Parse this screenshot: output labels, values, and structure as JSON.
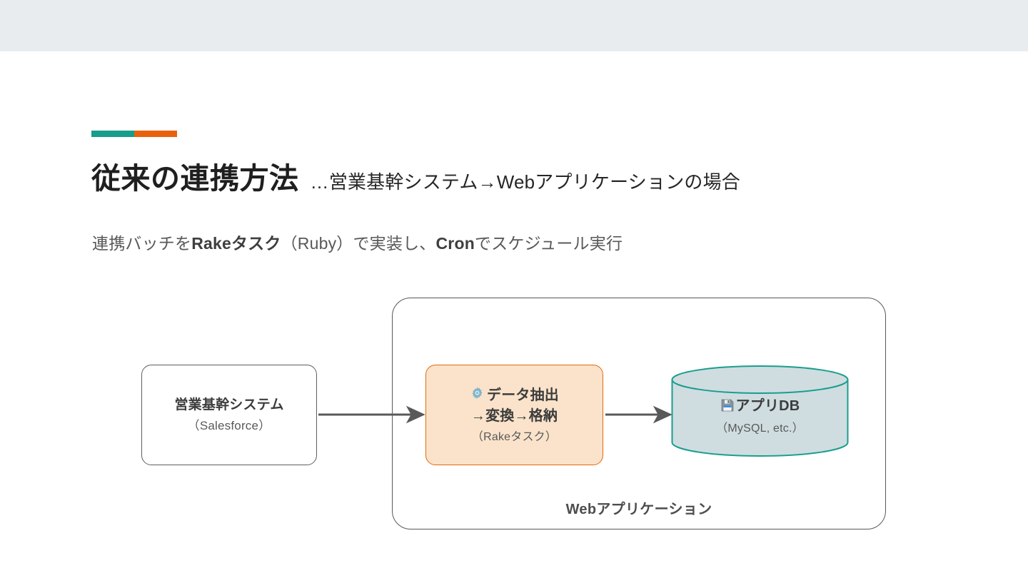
{
  "slide": {
    "top_band_color": "#e9ecee",
    "accent": {
      "teal": "#179d8a",
      "orange": "#e8620d"
    },
    "title": "従来の連携方法",
    "title_suffix": "…営業基幹システム→Webアプリケーションの場合",
    "lead": {
      "part1": "連携バッチを",
      "bold1": "Rakeタスク",
      "part2": "（Ruby）で実装し、",
      "bold2": "Cron",
      "part3": "でスケジュール実行"
    }
  },
  "diagram": {
    "container": {
      "label": "Webアプリケーション",
      "border_color": "#585858"
    },
    "nodes": [
      {
        "id": "source-system",
        "icon": "",
        "title": "営業基幹システム",
        "subtitle": "（Salesforce）",
        "border_color": "#5e5e5e",
        "fill_color": "#ffffff"
      },
      {
        "id": "etl-task",
        "icon": "gear-icon",
        "title_line1": "データ抽出",
        "title_line2": "→変換→格納",
        "subtitle": "（Rakeタスク）",
        "border_color": "#e2690f",
        "fill_color": "#fae3ca"
      },
      {
        "id": "app-database",
        "icon": "floppy-disk-icon",
        "title": "アプリDB",
        "subtitle": "（MySQL, etc.）",
        "border_color": "#1a9d8e",
        "fill_color": "#cfdde0"
      }
    ],
    "arrows": [
      {
        "id": "arrow-source-to-etl",
        "color": "#595959"
      },
      {
        "id": "arrow-etl-to-db",
        "color": "#595959"
      }
    ]
  }
}
